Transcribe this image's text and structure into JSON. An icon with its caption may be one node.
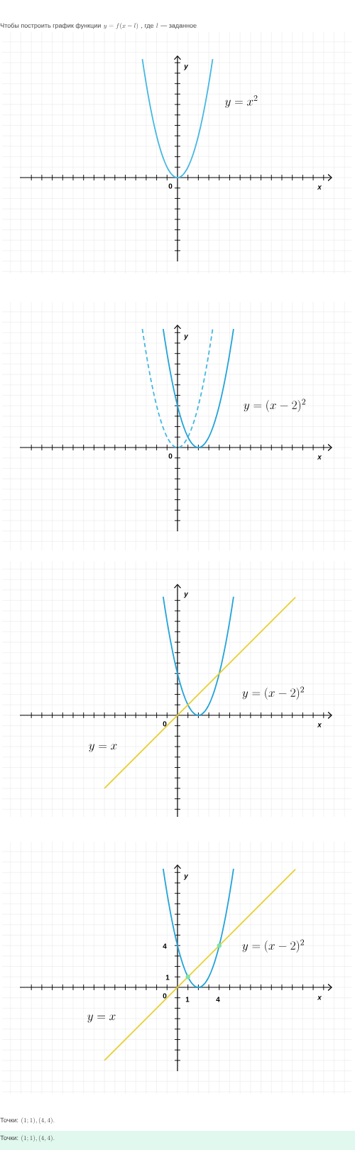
{
  "diagram": {
    "labels": [
      "Чтобы построить график функции",
      "y = f(x - l)",
      ", где",
      "l",
      "— заданное",
      "y",
      "0",
      "x",
      "y = x^2",
      "y",
      "0",
      "x",
      "y = (x - 2)^2",
      "y",
      "0",
      "x",
      "y = (x - 2)^2",
      "y = x",
      "y",
      "0",
      "x",
      "4",
      "1",
      "1",
      "4",
      "y = (x - 2)^2",
      "y = x",
      "Точки:",
      "(1; 1), (4, 4).",
      "Точки:",
      "(1; 1), (4, 4)."
    ]
  }
}
